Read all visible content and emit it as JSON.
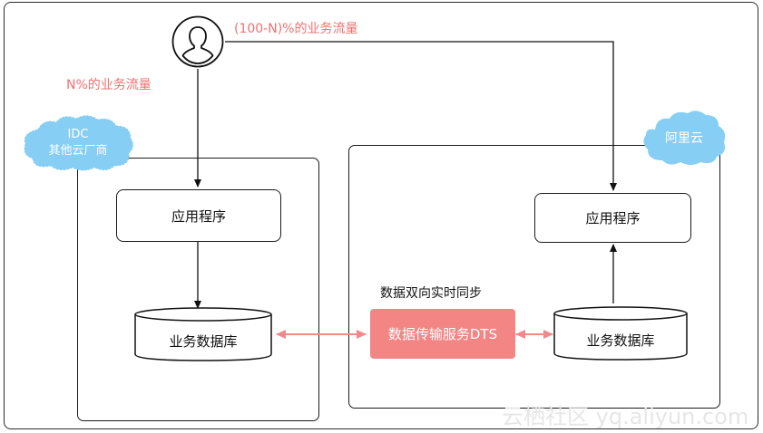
{
  "user": {
    "icon": "user-icon"
  },
  "labels": {
    "traffic_aliyun": "(100-N)%的业务流量",
    "traffic_idc": "N%的业务流量",
    "sync": "数据双向实时同步"
  },
  "clouds": {
    "idc_line1": "IDC",
    "idc_line2": "其他云厂商",
    "aliyun": "阿里云"
  },
  "left": {
    "app": "应用程序",
    "db": "业务数据库"
  },
  "right": {
    "app": "应用程序",
    "db": "业务数据库"
  },
  "dts": {
    "label": "数据传输服务DTS"
  },
  "watermark": "云栖社区 yq.aliyun.com",
  "colors": {
    "accent_red": "#f48585",
    "label_red": "#f07070",
    "cloud_blue": "#86cef4",
    "arrow_pink": "#f08a8a"
  }
}
